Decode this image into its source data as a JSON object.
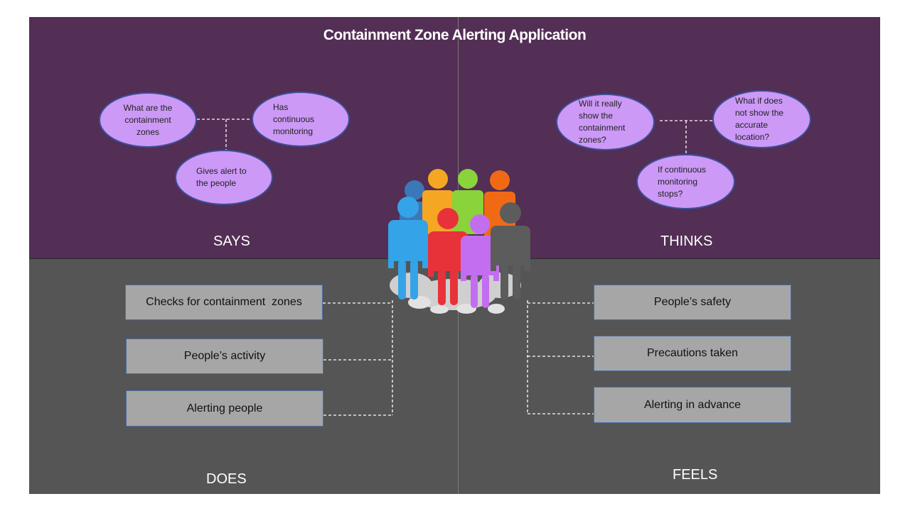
{
  "title": "Containment Zone Alerting Application",
  "quadrants": {
    "says": "SAYS",
    "thinks": "THINKS",
    "does": "DOES",
    "feels": "FEELS"
  },
  "says_bubbles": [
    "What are the containment zones",
    "Has continuous monitoring",
    "Gives alert to the people"
  ],
  "thinks_bubbles": [
    "Will it really show the containment zones?",
    "What if does not show the accurate location?",
    "If continuous monitoring stops?"
  ],
  "does_items": [
    "Checks for containment  zones",
    "People’s activity",
    "Alerting people"
  ],
  "feels_items": [
    "People’s safety",
    "Precautions taken",
    "Alerting in advance"
  ],
  "colors": {
    "top_panel": "#532e55",
    "bottom_panel": "#555555",
    "bubble": "#cc99f6",
    "box": "#a6a6a6"
  },
  "illustration": "group-of-people-icon"
}
